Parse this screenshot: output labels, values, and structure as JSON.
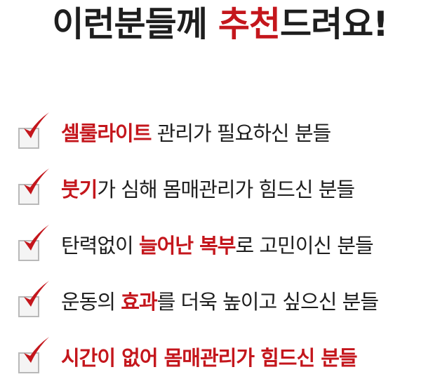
{
  "title": {
    "part1": "이런분들께 ",
    "highlight": "추천",
    "part2": "드려요!"
  },
  "colors": {
    "accent": "#c4161c",
    "text": "#1e1e1e",
    "checkbox_border": "#b9b9b9",
    "checkbox_fill": "#f4f4f4"
  },
  "icon": "checkbox-checked-icon",
  "items": [
    {
      "pre": "",
      "hl": "셀룰라이트",
      "post": " 관리가 필요하신 분들"
    },
    {
      "pre": "",
      "hl": "붓기",
      "post": "가 심해 몸매관리가 힘드신 분들"
    },
    {
      "pre": "탄력없이 ",
      "hl": "늘어난 복부",
      "post": "로 고민이신 분들"
    },
    {
      "pre": "운동의 ",
      "hl": "효과",
      "post": "를 더욱 높이고 싶으신 분들"
    },
    {
      "pre": "",
      "hl": "시간이 없어 몸매관리가 힘드신 분들",
      "post": ""
    }
  ]
}
